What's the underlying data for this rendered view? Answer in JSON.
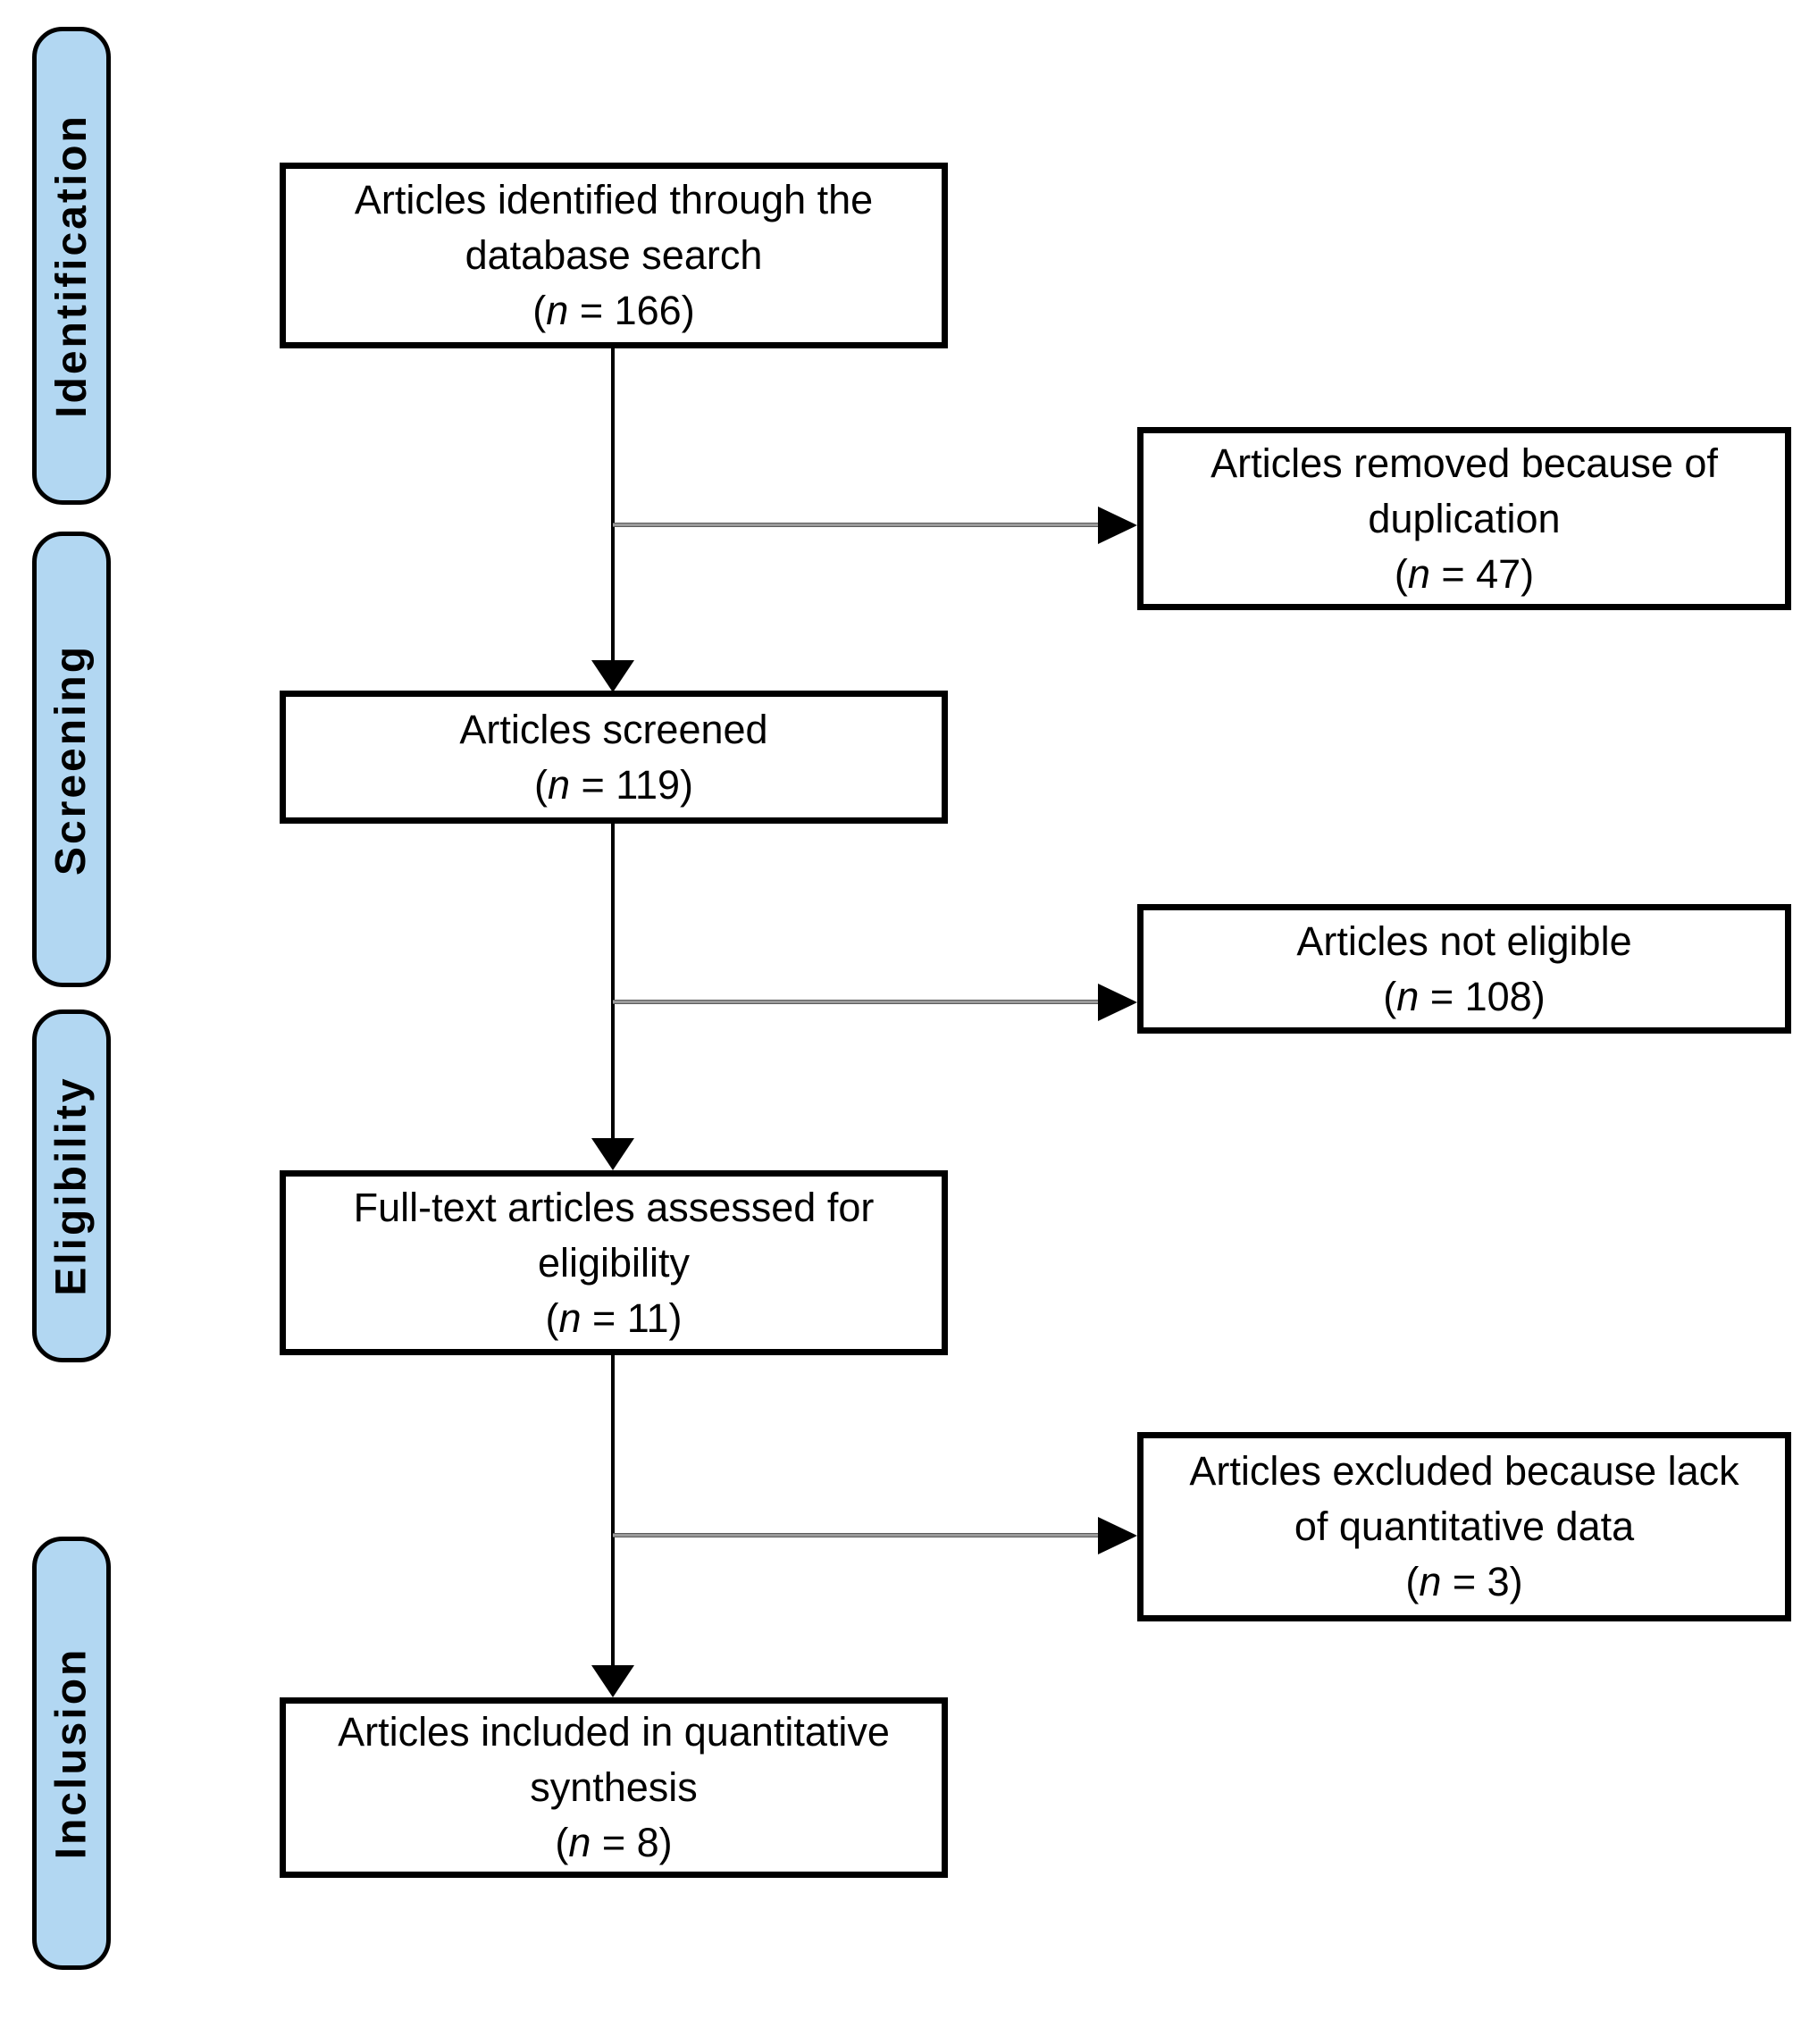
{
  "colors": {
    "background": "#ffffff",
    "pill_fill": "#b2d7f2",
    "pill_border": "#000000",
    "box_border": "#000000",
    "box_fill": "#ffffff",
    "text": "#000000",
    "vertical_connector": "#000000",
    "horizontal_connector": "#9a9a9a",
    "arrowhead": "#000000"
  },
  "stages": [
    {
      "label": "Identification"
    },
    {
      "label": "Screening"
    },
    {
      "label": "Eligibility"
    },
    {
      "label": "Inclusion"
    }
  ],
  "flow_boxes": [
    {
      "line1": "Articles identified through the",
      "line2": "database search",
      "count_prefix": "(",
      "count_var": "n",
      "count_suffix": " = 166)"
    },
    {
      "line1": "Articles screened",
      "count_prefix": "(",
      "count_var": "n",
      "count_suffix": " = 119)"
    },
    {
      "line1": "Full-text articles assessed for",
      "line2": "eligibility",
      "count_prefix": "(",
      "count_var": "n",
      "count_suffix": " = 11)"
    },
    {
      "line1": "Articles included in quantitative",
      "line2": "synthesis",
      "count_prefix": "(",
      "count_var": "n",
      "count_suffix": " = 8)"
    }
  ],
  "side_boxes": [
    {
      "line1": "Articles removed because of",
      "line2": "duplication",
      "count_prefix": "(",
      "count_var": "n",
      "count_suffix": " = 47)"
    },
    {
      "line1": "Articles not eligible",
      "count_prefix": "(",
      "count_var": "n",
      "count_suffix": " = 108)"
    },
    {
      "line1": "Articles excluded because lack",
      "line2": "of quantitative data",
      "count_prefix": "(",
      "count_var": "n",
      "count_suffix": " = 3)"
    }
  ]
}
